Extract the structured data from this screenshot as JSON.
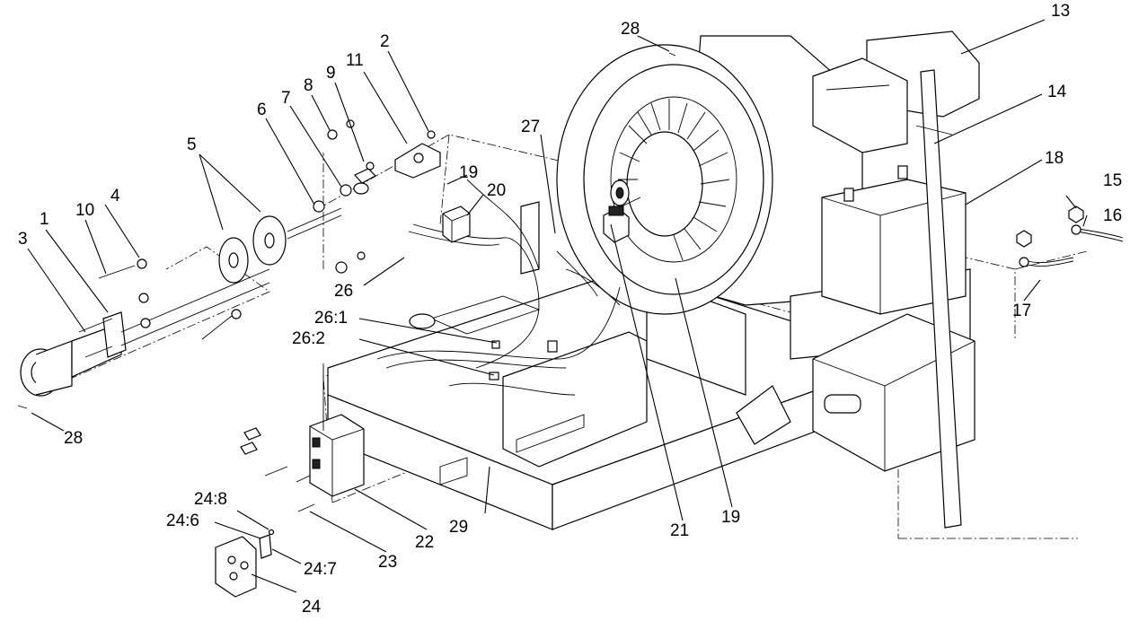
{
  "diagram": {
    "callouts": {
      "c1": "1",
      "c2": "2",
      "c3": "3",
      "c4": "4",
      "c5": "5",
      "c6": "6",
      "c7": "7",
      "c8": "8",
      "c9": "9",
      "c10": "10",
      "c11": "11",
      "c13": "13",
      "c14": "14",
      "c15": "15",
      "c16": "16",
      "c17": "17",
      "c18": "18",
      "c19a": "19",
      "c19b": "19",
      "c20": "20",
      "c21": "21",
      "c22": "22",
      "c23": "23",
      "c24": "24",
      "c24_6": "24:6",
      "c24_7": "24:7",
      "c24_8": "24:8",
      "c26": "26",
      "c26_1": "26:1",
      "c26_2": "26:2",
      "c27": "27",
      "c28a": "28",
      "c28b": "28",
      "c29": "29"
    }
  }
}
